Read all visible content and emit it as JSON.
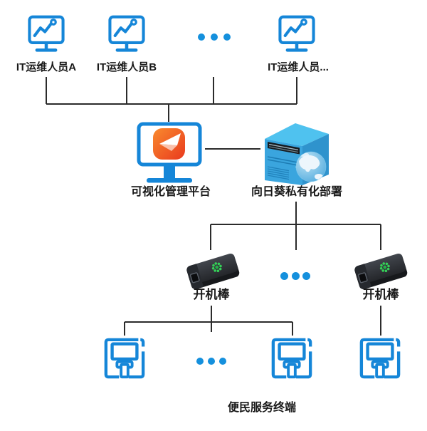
{
  "colors": {
    "icon_blue": "#1586d8",
    "dot_blue": "#1590dd",
    "connector_dark": "#2b2b2b",
    "logo_orange_top": "#f98a2e",
    "logo_orange_bottom": "#e93a1e",
    "server_top": "#4fc2ef",
    "server_front": "#3aa5de",
    "server_side": "#2f93cd",
    "globe_ocean": "#58b2e1",
    "globe_land": "#edf6fc",
    "stick_body_dark": "#26292e",
    "stick_green": "#35d158"
  },
  "diagram": {
    "operators": [
      {
        "label": "IT运维人员A"
      },
      {
        "label": "IT运维人员B"
      },
      {
        "label": "IT运维人员..."
      }
    ],
    "platform": {
      "label": "可视化管理平台"
    },
    "server": {
      "label": "向日葵私有化部署"
    },
    "sticks": [
      {
        "label": "开机棒"
      },
      {
        "label": "开机棒"
      }
    ],
    "terminals": {
      "label": "便民服务终端"
    },
    "icons": {
      "operator": "monitor-chart-icon",
      "platform": "monitor-play-icon",
      "server": "server-globe-icon",
      "stick": "boot-stick-icon",
      "terminal": "kiosk-terminal-icon",
      "ellipsis": "ellipsis-dots-icon"
    }
  }
}
